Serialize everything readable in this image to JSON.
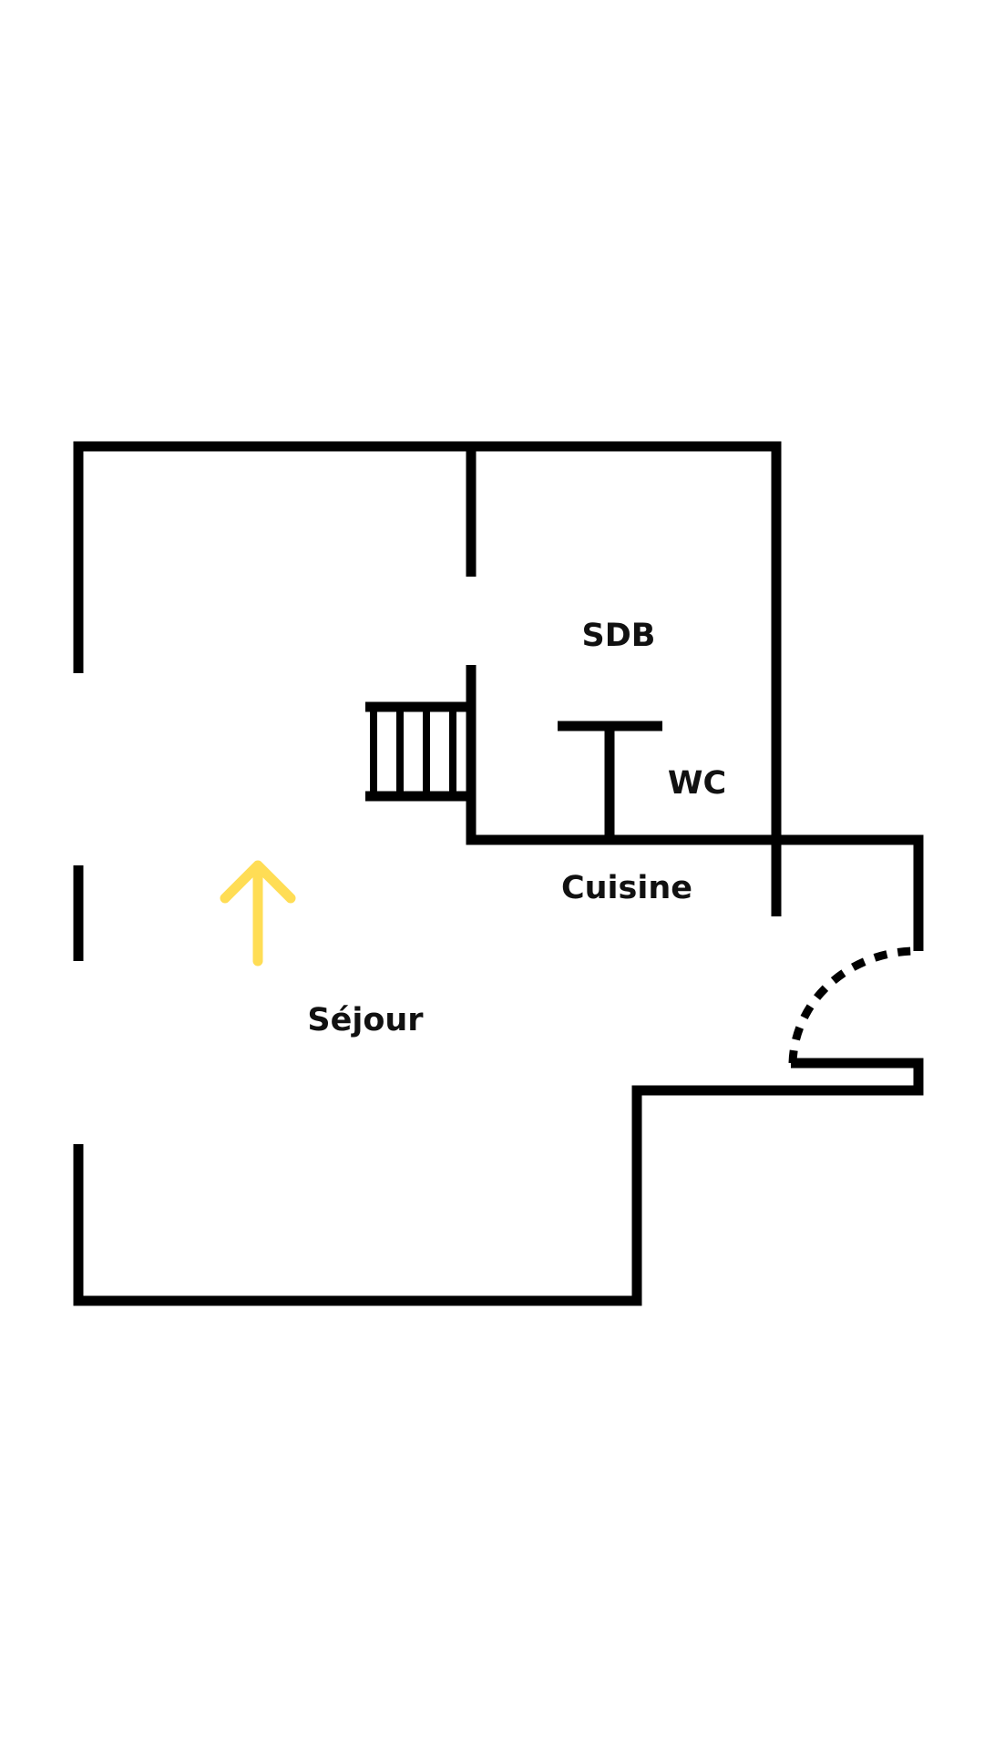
{
  "floorplan": {
    "rooms": {
      "sdb": "SDB",
      "wc": "WC",
      "cuisine": "Cuisine",
      "sejour": "Séjour"
    },
    "colors": {
      "wall": "#000000",
      "arrow": "#FFDD55"
    },
    "icons": {
      "north_arrow": "arrow-up-icon",
      "stairs": "stairs-icon",
      "door": "door-swing-icon"
    }
  }
}
